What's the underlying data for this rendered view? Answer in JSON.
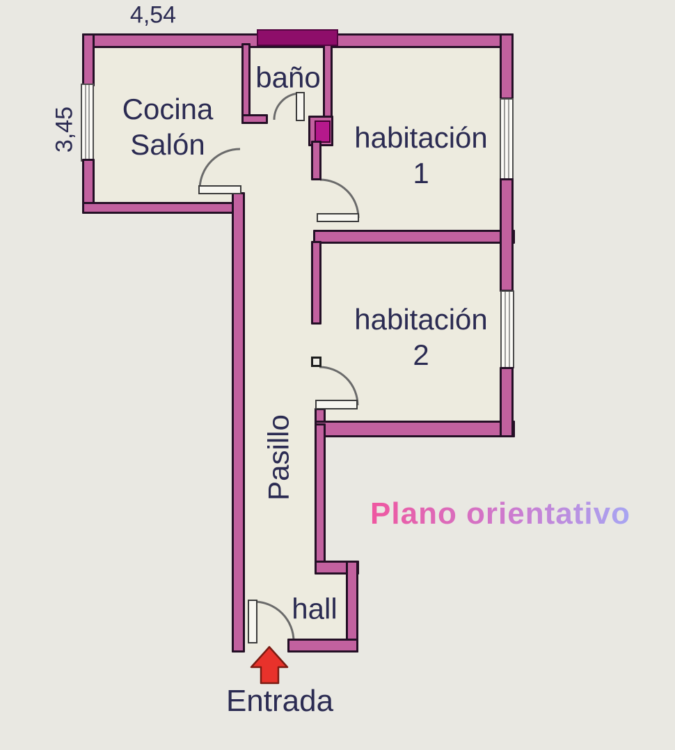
{
  "plan": {
    "note": {
      "text": "Plano orientativo"
    },
    "dimensions": {
      "top": "4,54",
      "left": "3,45"
    },
    "rooms": [
      {
        "id": "cocina-salon",
        "label": "Cocina Salón",
        "label_lines": [
          "Cocina",
          "Salón"
        ]
      },
      {
        "id": "bano",
        "label": "baño"
      },
      {
        "id": "habitacion-1",
        "label": "habitación 1",
        "label_lines": [
          "habitación",
          "1"
        ]
      },
      {
        "id": "habitacion-2",
        "label": "habitación 2",
        "label_lines": [
          "habitación",
          "2"
        ]
      },
      {
        "id": "pasillo",
        "label": "Pasillo"
      },
      {
        "id": "hall",
        "label": "hall"
      }
    ],
    "entrance": {
      "label": "Entrada",
      "icon": "arrow-up-icon"
    },
    "icons": {
      "windows": "window-glazing-icon",
      "doors": "door-swing-icon"
    },
    "colors": {
      "background": "#e9e8e2",
      "room_fill": "#edebdf",
      "wall_fill": "#c2619f",
      "wall_outline": "#241026",
      "shaft_fill": "#8e0e6a",
      "text": "#2b2b52",
      "note_gradient_start": "#ef57a0",
      "note_gradient_end": "#a7a5f2",
      "arrow_red": "#e8322b"
    }
  }
}
